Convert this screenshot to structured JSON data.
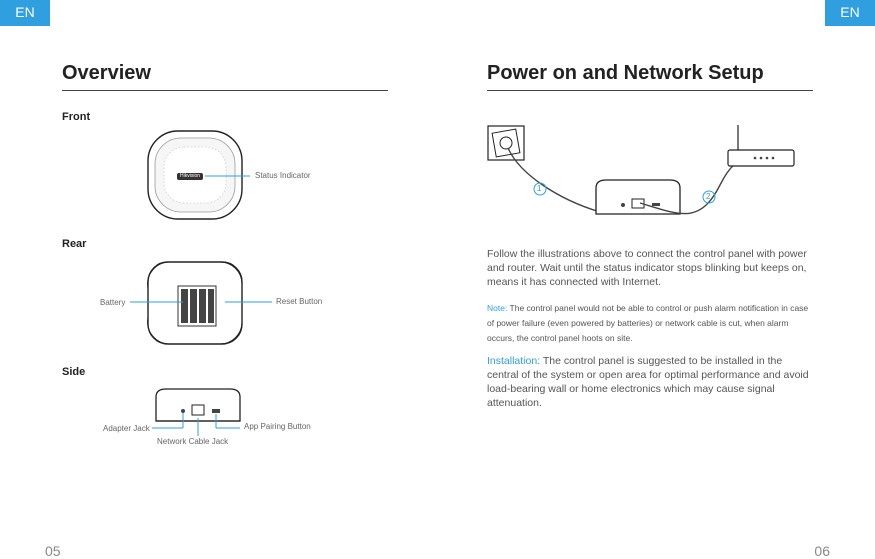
{
  "header": {
    "lang_left": "EN",
    "lang_right": "EN"
  },
  "left": {
    "title": "Overview",
    "front": {
      "label": "Front",
      "device_logo": "Hikvision",
      "status_indicator": "Status Indicator"
    },
    "rear": {
      "label": "Rear",
      "battery": "Battery",
      "reset_button": "Reset Button"
    },
    "side": {
      "label": "Side",
      "adapter_jack": "Adapter Jack",
      "network_cable_jack": "Network Cable Jack",
      "app_pairing_button": "App Pairing Button"
    },
    "page_number": "05"
  },
  "right": {
    "title": "Power on and Network Setup",
    "step1": "1",
    "step2": "2",
    "intro": "Follow the illustrations above to connect the control panel with power and router. Wait until the status indicator stops blinking but keeps on, means it has connected with Internet.",
    "note_label": "Note:",
    "note_text": " The control panel would not be able to control or push alarm notification in case of power failure (even powered by batteries) or network cable is cut, when alarm occurs, the control panel hoots on site.",
    "install_label": "Installation:",
    "install_text": " The control panel is suggested to be installed in the central of the system or open area for optimal performance and avoid load-bearing wall or home electronics which may cause signal attenuation.",
    "page_number": "06"
  }
}
